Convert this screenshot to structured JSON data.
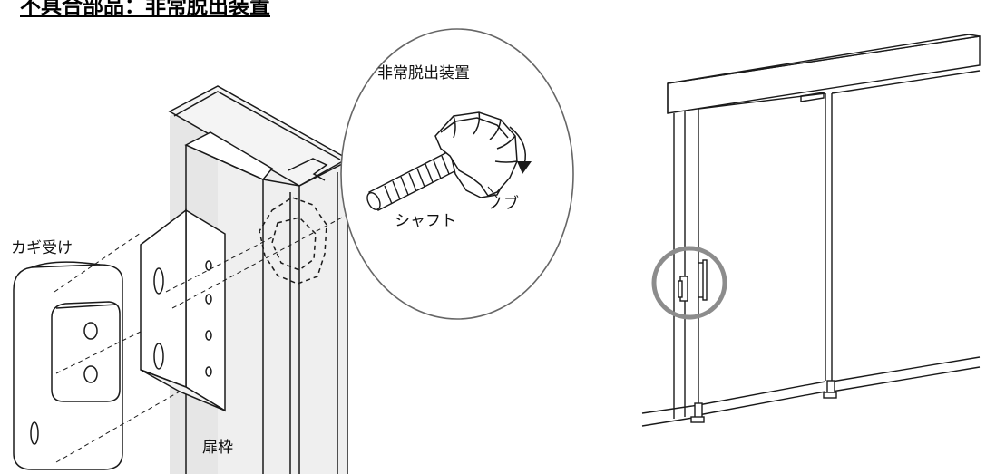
{
  "title": "不具合部品：非常脱出装置",
  "labels": {
    "device": "非常脱出装置",
    "knob": "ノブ",
    "shaft": "シャフト",
    "catch": "カギ受け",
    "frame": "扉枠"
  },
  "colors": {
    "highlight_ring": "#8c8c8c",
    "frame_fill": "#e6e6e6",
    "line": "#1a1a1a"
  }
}
